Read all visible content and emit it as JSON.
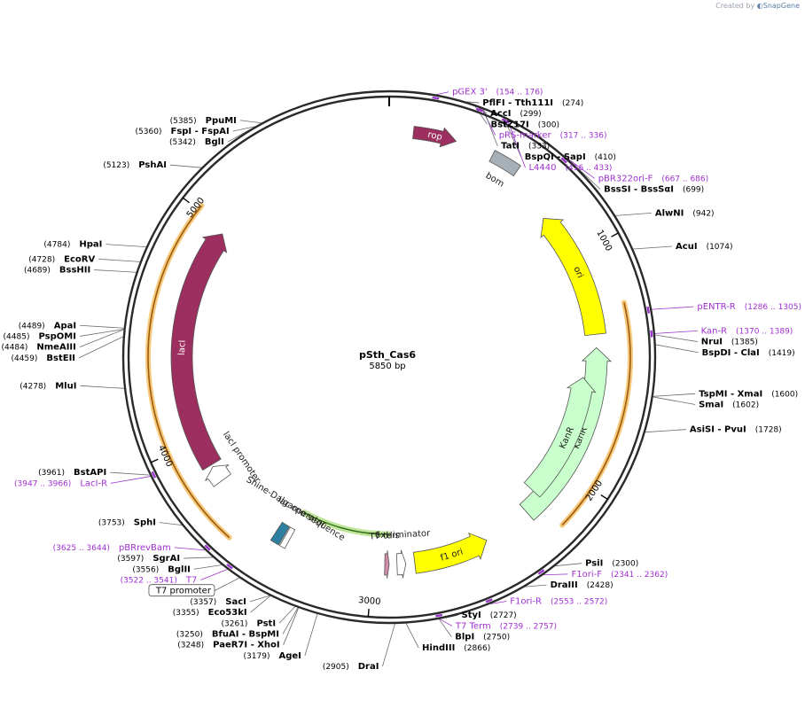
{
  "credit": {
    "prefix": "Created by",
    "brand": "SnapGene"
  },
  "plasmid": {
    "name": "pSth_Cas6",
    "length": "5850 bp",
    "total_bp": 5850
  },
  "ticks": [
    {
      "bp": 1000,
      "label": "1000"
    },
    {
      "bp": 2000,
      "label": "2000"
    },
    {
      "bp": 3000,
      "label": "3000"
    },
    {
      "bp": 4000,
      "label": "4000"
    },
    {
      "bp": 5000,
      "label": "5000"
    }
  ],
  "right_labels": [
    {
      "kind": "primer",
      "bp": 165,
      "name": "pGEX 3'",
      "pos": "(154 .. 176)"
    },
    {
      "kind": "site",
      "bp": 274,
      "name": "PflFI  - Tth111I",
      "pos": "(274)"
    },
    {
      "kind": "site",
      "bp": 299,
      "name": "AccI",
      "pos": "(299)"
    },
    {
      "kind": "site",
      "bp": 300,
      "name": "BstZ17I",
      "pos": "(300)"
    },
    {
      "kind": "primer",
      "bp": 326,
      "name": "pRS-marker",
      "pos": "(317 .. 336)"
    },
    {
      "kind": "site",
      "bp": 333,
      "name": "TatI",
      "pos": "(333)"
    },
    {
      "kind": "site",
      "bp": 410,
      "name": "BspQI  - SapI",
      "pos": "(410)"
    },
    {
      "kind": "primer",
      "bp": 424,
      "name": "L4440",
      "pos": "(416 .. 433)"
    },
    {
      "kind": "primer",
      "bp": 676,
      "name": "pBR322ori-F",
      "pos": "(667 .. 686)"
    },
    {
      "kind": "site",
      "bp": 699,
      "name": "BssSI  - BssSαI",
      "pos": "(699)"
    },
    {
      "kind": "site",
      "bp": 942,
      "name": "AlwNI",
      "pos": "(942)"
    },
    {
      "kind": "site",
      "bp": 1074,
      "name": "AcuI",
      "pos": "(1074)"
    },
    {
      "kind": "primer",
      "bp": 1295,
      "name": "pENTR-R",
      "pos": "(1286 .. 1305)"
    },
    {
      "kind": "site",
      "bp": 1385,
      "name": "NruI",
      "pos": "(1385)"
    },
    {
      "kind": "primer",
      "bp": 1380,
      "name": "Kan-R",
      "pos": "(1370 .. 1389)"
    },
    {
      "kind": "site",
      "bp": 1419,
      "name": "BspDI  - ClaI",
      "pos": "(1419)"
    },
    {
      "kind": "site",
      "bp": 1600,
      "name": "TspMI  - XmaI",
      "pos": "(1600)"
    },
    {
      "kind": "site",
      "bp": 1602,
      "name": "SmaI",
      "pos": "(1602)"
    },
    {
      "kind": "site",
      "bp": 1728,
      "name": "AsiSI  - PvuI",
      "pos": "(1728)"
    },
    {
      "kind": "site",
      "bp": 2300,
      "name": "PsiI",
      "pos": "(2300)"
    },
    {
      "kind": "primer",
      "bp": 2352,
      "name": "F1ori-F",
      "pos": "(2341 .. 2362)"
    },
    {
      "kind": "site",
      "bp": 2428,
      "name": "DraIII",
      "pos": "(2428)"
    },
    {
      "kind": "primer",
      "bp": 2563,
      "name": "F1ori-R",
      "pos": "(2553 .. 2572)"
    },
    {
      "kind": "site",
      "bp": 2727,
      "name": "StyI",
      "pos": "(2727)"
    },
    {
      "kind": "primer",
      "bp": 2748,
      "name": "T7 Term",
      "pos": "(2739 .. 2757)"
    },
    {
      "kind": "site",
      "bp": 2750,
      "name": "BlpI",
      "pos": "(2750)"
    },
    {
      "kind": "site",
      "bp": 2866,
      "name": "HindIII",
      "pos": "(2866)"
    }
  ],
  "left_labels": [
    {
      "kind": "site",
      "bp": 2905,
      "name": "DraI",
      "pos": "(2905)"
    },
    {
      "kind": "site",
      "bp": 3179,
      "name": "AgeI",
      "pos": "(3179)"
    },
    {
      "kind": "site",
      "bp": 3248,
      "name": "PaeR7I  - XhoI",
      "pos": "(3248)"
    },
    {
      "kind": "site",
      "bp": 3250,
      "name": "BfuAI  - BspMI",
      "pos": "(3250)"
    },
    {
      "kind": "site",
      "bp": 3261,
      "name": "PstI",
      "pos": "(3261)"
    },
    {
      "kind": "site",
      "bp": 3355,
      "name": "Eco53kI",
      "pos": "(3355)"
    },
    {
      "kind": "site",
      "bp": 3357,
      "name": "SacI",
      "pos": "(3357)"
    },
    {
      "kind": "boxed",
      "bp": 3480,
      "name": "T7 promoter",
      "pos": ""
    },
    {
      "kind": "primer",
      "bp": 3531,
      "name": "T7",
      "pos": "(3522 .. 3541)"
    },
    {
      "kind": "site",
      "bp": 3556,
      "name": "BglII",
      "pos": "(3556)"
    },
    {
      "kind": "site",
      "bp": 3597,
      "name": "SgrAI",
      "pos": "(3597)"
    },
    {
      "kind": "primer",
      "bp": 3634,
      "name": "pBRrevBam",
      "pos": "(3625 .. 3644)"
    },
    {
      "kind": "site",
      "bp": 3753,
      "name": "SphI",
      "pos": "(3753)"
    },
    {
      "kind": "site",
      "bp": 3961,
      "name": "BstAPI",
      "pos": "(3961)"
    },
    {
      "kind": "primer",
      "bp": 3956,
      "name": "LacI-R",
      "pos": "(3947 .. 3966)"
    },
    {
      "kind": "site",
      "bp": 4278,
      "name": "MluI",
      "pos": "(4278)"
    },
    {
      "kind": "site",
      "bp": 4459,
      "name": "BstEII",
      "pos": "(4459)"
    },
    {
      "kind": "site",
      "bp": 4484,
      "name": "NmeAIII",
      "pos": "(4484)"
    },
    {
      "kind": "site",
      "bp": 4485,
      "name": "PspOMI",
      "pos": "(4485)"
    },
    {
      "kind": "site",
      "bp": 4489,
      "name": "ApaI",
      "pos": "(4489)"
    },
    {
      "kind": "site",
      "bp": 4689,
      "name": "BssHII",
      "pos": "(4689)"
    },
    {
      "kind": "site",
      "bp": 4728,
      "name": "EcoRV",
      "pos": "(4728)"
    },
    {
      "kind": "site",
      "bp": 4784,
      "name": "HpaI",
      "pos": "(4784)"
    },
    {
      "kind": "site",
      "bp": 5123,
      "name": "PshAI",
      "pos": "(5123)"
    },
    {
      "kind": "site",
      "bp": 5342,
      "name": "BglI",
      "pos": "(5342)"
    },
    {
      "kind": "site",
      "bp": 5360,
      "name": "FspI  - FspAI",
      "pos": "(5360)"
    },
    {
      "kind": "site",
      "bp": 5385,
      "name": "PpuMI",
      "pos": "(5385)"
    }
  ],
  "features": [
    {
      "name": "rop",
      "start": 100,
      "end": 280,
      "dir": "cw",
      "color": "#9c2e60",
      "track": "inner1"
    },
    {
      "name": "bom",
      "start": 440,
      "end": 560,
      "dir": "none",
      "color": "#a7afb7",
      "track": "inner1"
    },
    {
      "name": "ori",
      "start": 780,
      "end": 1360,
      "dir": "ccw",
      "color": "#ffff00",
      "track": "inner2"
    },
    {
      "name": "KanR",
      "start": 1420,
      "end": 2250,
      "dir": "ccw",
      "color": "#c8ffcc",
      "track": "inner2"
    },
    {
      "name": "KanR",
      "start": 1560,
      "end": 2160,
      "dir": "ccw",
      "color": "#c8ffcc",
      "track": "inner3"
    },
    {
      "name": "f1 ori",
      "start": 2470,
      "end": 2810,
      "dir": "ccw",
      "color": "#ffff00",
      "track": "inner2"
    },
    {
      "name": "T7 terminator",
      "start": 2850,
      "end": 2890,
      "dir": "ccw",
      "color": "#ffffff",
      "track": "inner2"
    },
    {
      "name": "6xHis",
      "start": 2925,
      "end": 2945,
      "dir": "ccw",
      "color": "#cf8ca8",
      "track": "inner2"
    },
    {
      "name": "lac operator",
      "start": 3390,
      "end": 3415,
      "dir": "none",
      "color": "#ffffff",
      "track": "inner2"
    },
    {
      "name": "Shine-Dalgarno sequence",
      "start": 3420,
      "end": 3460,
      "dir": "none",
      "color": "#2f7fa0",
      "track": "inner2"
    },
    {
      "name": "lacI promoter",
      "start": 3795,
      "end": 3870,
      "dir": "cw",
      "color": "#ffffff",
      "track": "inner2"
    },
    {
      "name": "lacI",
      "start": 3880,
      "end": 4980,
      "dir": "cw",
      "color": "#9c2e60",
      "track": "inner2"
    }
  ],
  "orange_arcs": [
    {
      "start": 1250,
      "end": 2180,
      "dir": "cw"
    },
    {
      "start": 3600,
      "end": 5020,
      "dir": "cw"
    }
  ],
  "green_arc": {
    "start": 2930,
    "end": 3390,
    "dir": "ccw"
  }
}
